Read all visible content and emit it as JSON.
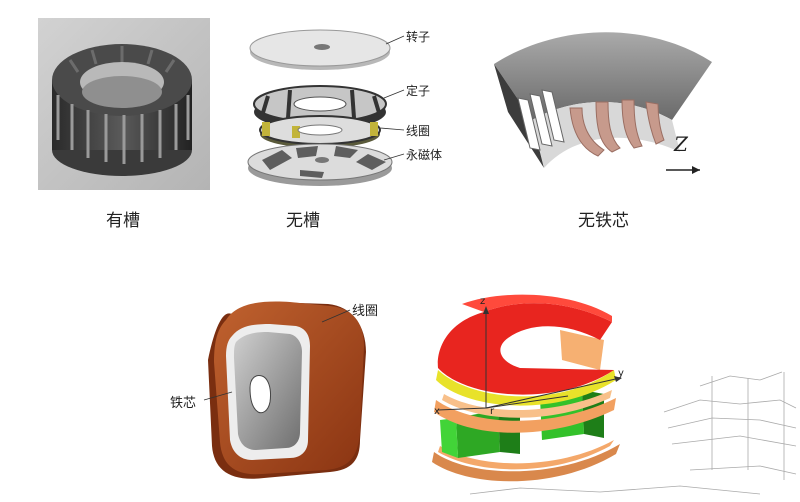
{
  "captions": {
    "slotted": "有槽",
    "slotless": "无槽",
    "coreless": "无铁芯"
  },
  "exploded_labels": {
    "rotor": "转子",
    "stator": "定子",
    "coil": "线圈",
    "magnet": "永磁体"
  },
  "coreless_axis": "Z",
  "coil_labels": {
    "coil": "线圈",
    "core": "铁芯"
  },
  "axis_labels": {
    "z": "z",
    "y": "y",
    "x": "x",
    "r": "r"
  },
  "colors": {
    "coil_copper": "#a8441c",
    "core_gray": "#8c8c8c",
    "red_disk": "#e8251f",
    "green_core": "#33c12a",
    "orange_plate": "#f4a86a"
  }
}
